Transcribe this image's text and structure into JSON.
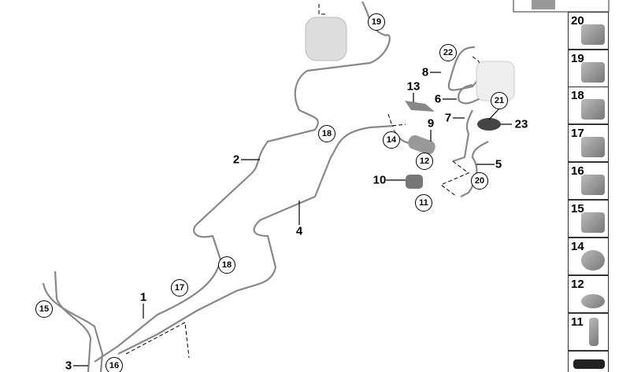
{
  "callouts": {
    "plain": [
      "1",
      "2",
      "3",
      "4",
      "5",
      "6",
      "7",
      "8",
      "9",
      "10",
      "13",
      "23"
    ],
    "circled": [
      "19",
      "18",
      "18",
      "17",
      "15",
      "16",
      "14",
      "12",
      "11",
      "20",
      "21",
      "22"
    ]
  },
  "legend_column": [
    "20",
    "19",
    "18",
    "17",
    "16",
    "15",
    "14",
    "12",
    "11"
  ],
  "colors": {
    "pipe": "#8a8a8a",
    "outline": "#000000"
  }
}
